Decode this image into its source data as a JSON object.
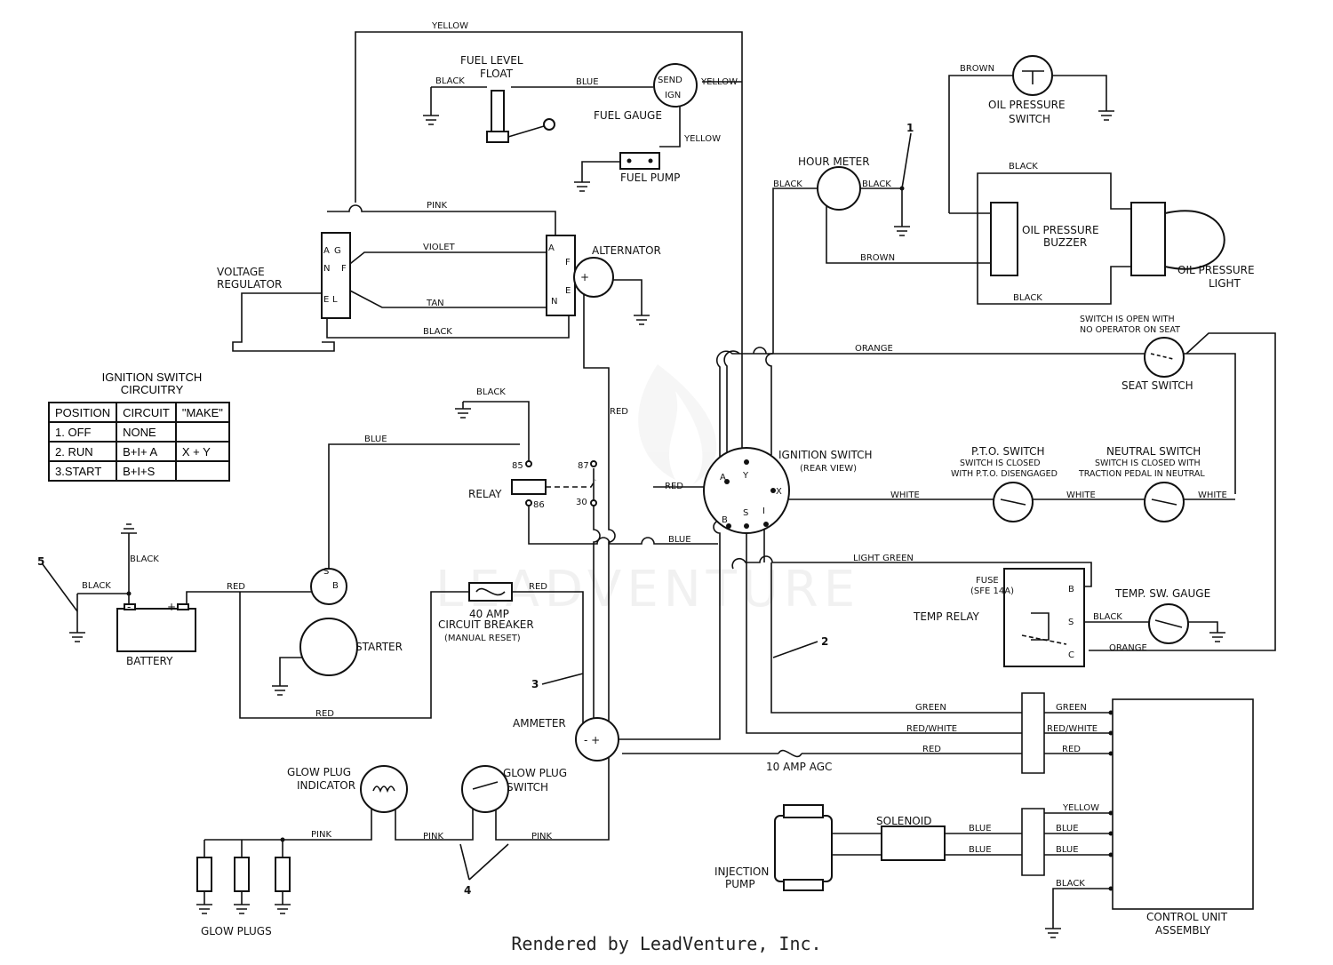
{
  "labels": {
    "fuel_level_float": "FUEL LEVEL\nFLOAT",
    "fuel_gauge": "FUEL GAUGE",
    "fuel_pump": "FUEL PUMP",
    "send": "SEND",
    "ign": "IGN",
    "alternator": "ALTERNATOR",
    "voltage_regulator": "VOLTAGE\nREGULATOR",
    "hour_meter": "HOUR METER",
    "oil_pressure_switch": "OIL PRESSURE\nSWITCH",
    "oil_pressure_buzzer": "OIL PRESSURE\nBUZZER",
    "oil_pressure_light": "OIL PRESSURE\nLIGHT",
    "seat_switch_note": "SWITCH IS OPEN WITH\nNO OPERATOR ON SEAT",
    "seat_switch": "SEAT SWITCH",
    "ignition_switch": "IGNITION SWITCH",
    "rear_view": "(REAR VIEW)",
    "pto_switch": "P.T.O. SWITCH",
    "pto_note": "SWITCH IS CLOSED\nWITH P.T.O. DISENGAGED",
    "neutral_switch": "NEUTRAL SWITCH",
    "neutral_note": "SWITCH IS CLOSED WITH\nTRACTION PEDAL IN NEUTRAL",
    "relay": "RELAY",
    "fuse": "FUSE",
    "fuse_spec": "(SFE 14A)",
    "temp_relay": "TEMP RELAY",
    "temp_sw_gauge": "TEMP. SW. GAUGE",
    "battery": "BATTERY",
    "starter": "STARTER",
    "circuit_breaker": "40 AMP\nCIRCUIT BREAKER",
    "manual_reset": "(MANUAL RESET)",
    "ammeter": "AMMETER",
    "agc": "10 AMP AGC",
    "glow_plug_indicator": "GLOW PLUG\nINDICATOR",
    "glow_plug_switch": "GLOW PLUG\nSWITCH",
    "glow_plugs": "GLOW PLUGS",
    "injection_pump": "INJECTION\nPUMP",
    "solenoid": "SOLENOID",
    "control_unit": "CONTROL UNIT\nASSEMBLY",
    "watermark": "LEADVENTURE"
  },
  "callouts": [
    "1",
    "2",
    "3",
    "4",
    "5"
  ],
  "wire_colors": {
    "yellow": "YELLOW",
    "black": "BLACK",
    "blue": "BLUE",
    "pink": "PINK",
    "violet": "VIOLET",
    "tan": "TAN",
    "red": "RED",
    "brown": "BROWN",
    "orange": "ORANGE",
    "white": "WHITE",
    "light_green": "LIGHT GREEN",
    "green": "GREEN",
    "red_white": "RED/WHITE"
  },
  "terminals": {
    "reg": [
      "A",
      "G",
      "N",
      "F",
      "E",
      "L"
    ],
    "alt": [
      "A",
      "F",
      "E",
      "N"
    ],
    "ign": [
      "A",
      "Y",
      "X",
      "B",
      "S",
      "I"
    ],
    "relay": [
      "85",
      "87",
      "86",
      "30"
    ],
    "temp_relay": [
      "B",
      "S",
      "C"
    ],
    "battery": [
      "-",
      "+"
    ],
    "starter": [
      "S",
      "B"
    ],
    "alt_plus": "+",
    "ammeter": "- +"
  },
  "ignition_table": {
    "title": "IGNITION SWITCH\nCIRCUITRY",
    "headers": [
      "POSITION",
      "CIRCUIT",
      "\"MAKE\""
    ],
    "rows": [
      [
        "1. OFF",
        "NONE",
        ""
      ],
      [
        "2. RUN",
        "B+I+ A",
        "X + Y"
      ],
      [
        "3.START",
        "B+I+S",
        ""
      ]
    ]
  },
  "footer": "Rendered by LeadVenture, Inc."
}
